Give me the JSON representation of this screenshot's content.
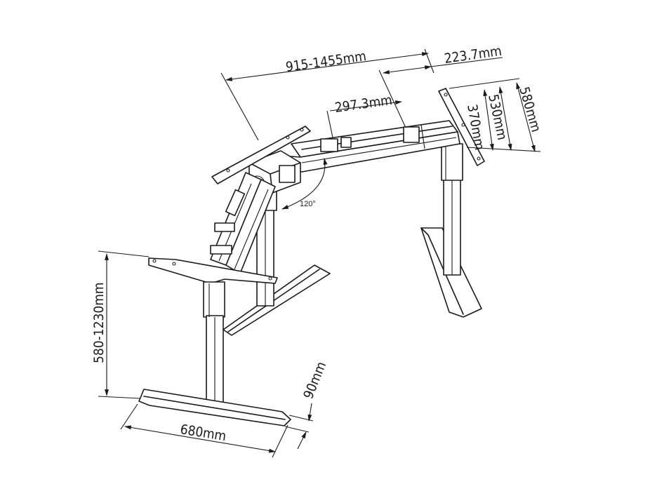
{
  "dimensions": {
    "beam_length": "915-1455mm",
    "beam_offset": "223.7mm",
    "side_offset": "297.3mm",
    "plate_inner": "370mm",
    "plate_mid": "530mm",
    "plate_outer": "580mm",
    "corner_angle": "120°",
    "height_range": "580-1230mm",
    "foot_length": "680mm",
    "foot_width": "90mm"
  }
}
